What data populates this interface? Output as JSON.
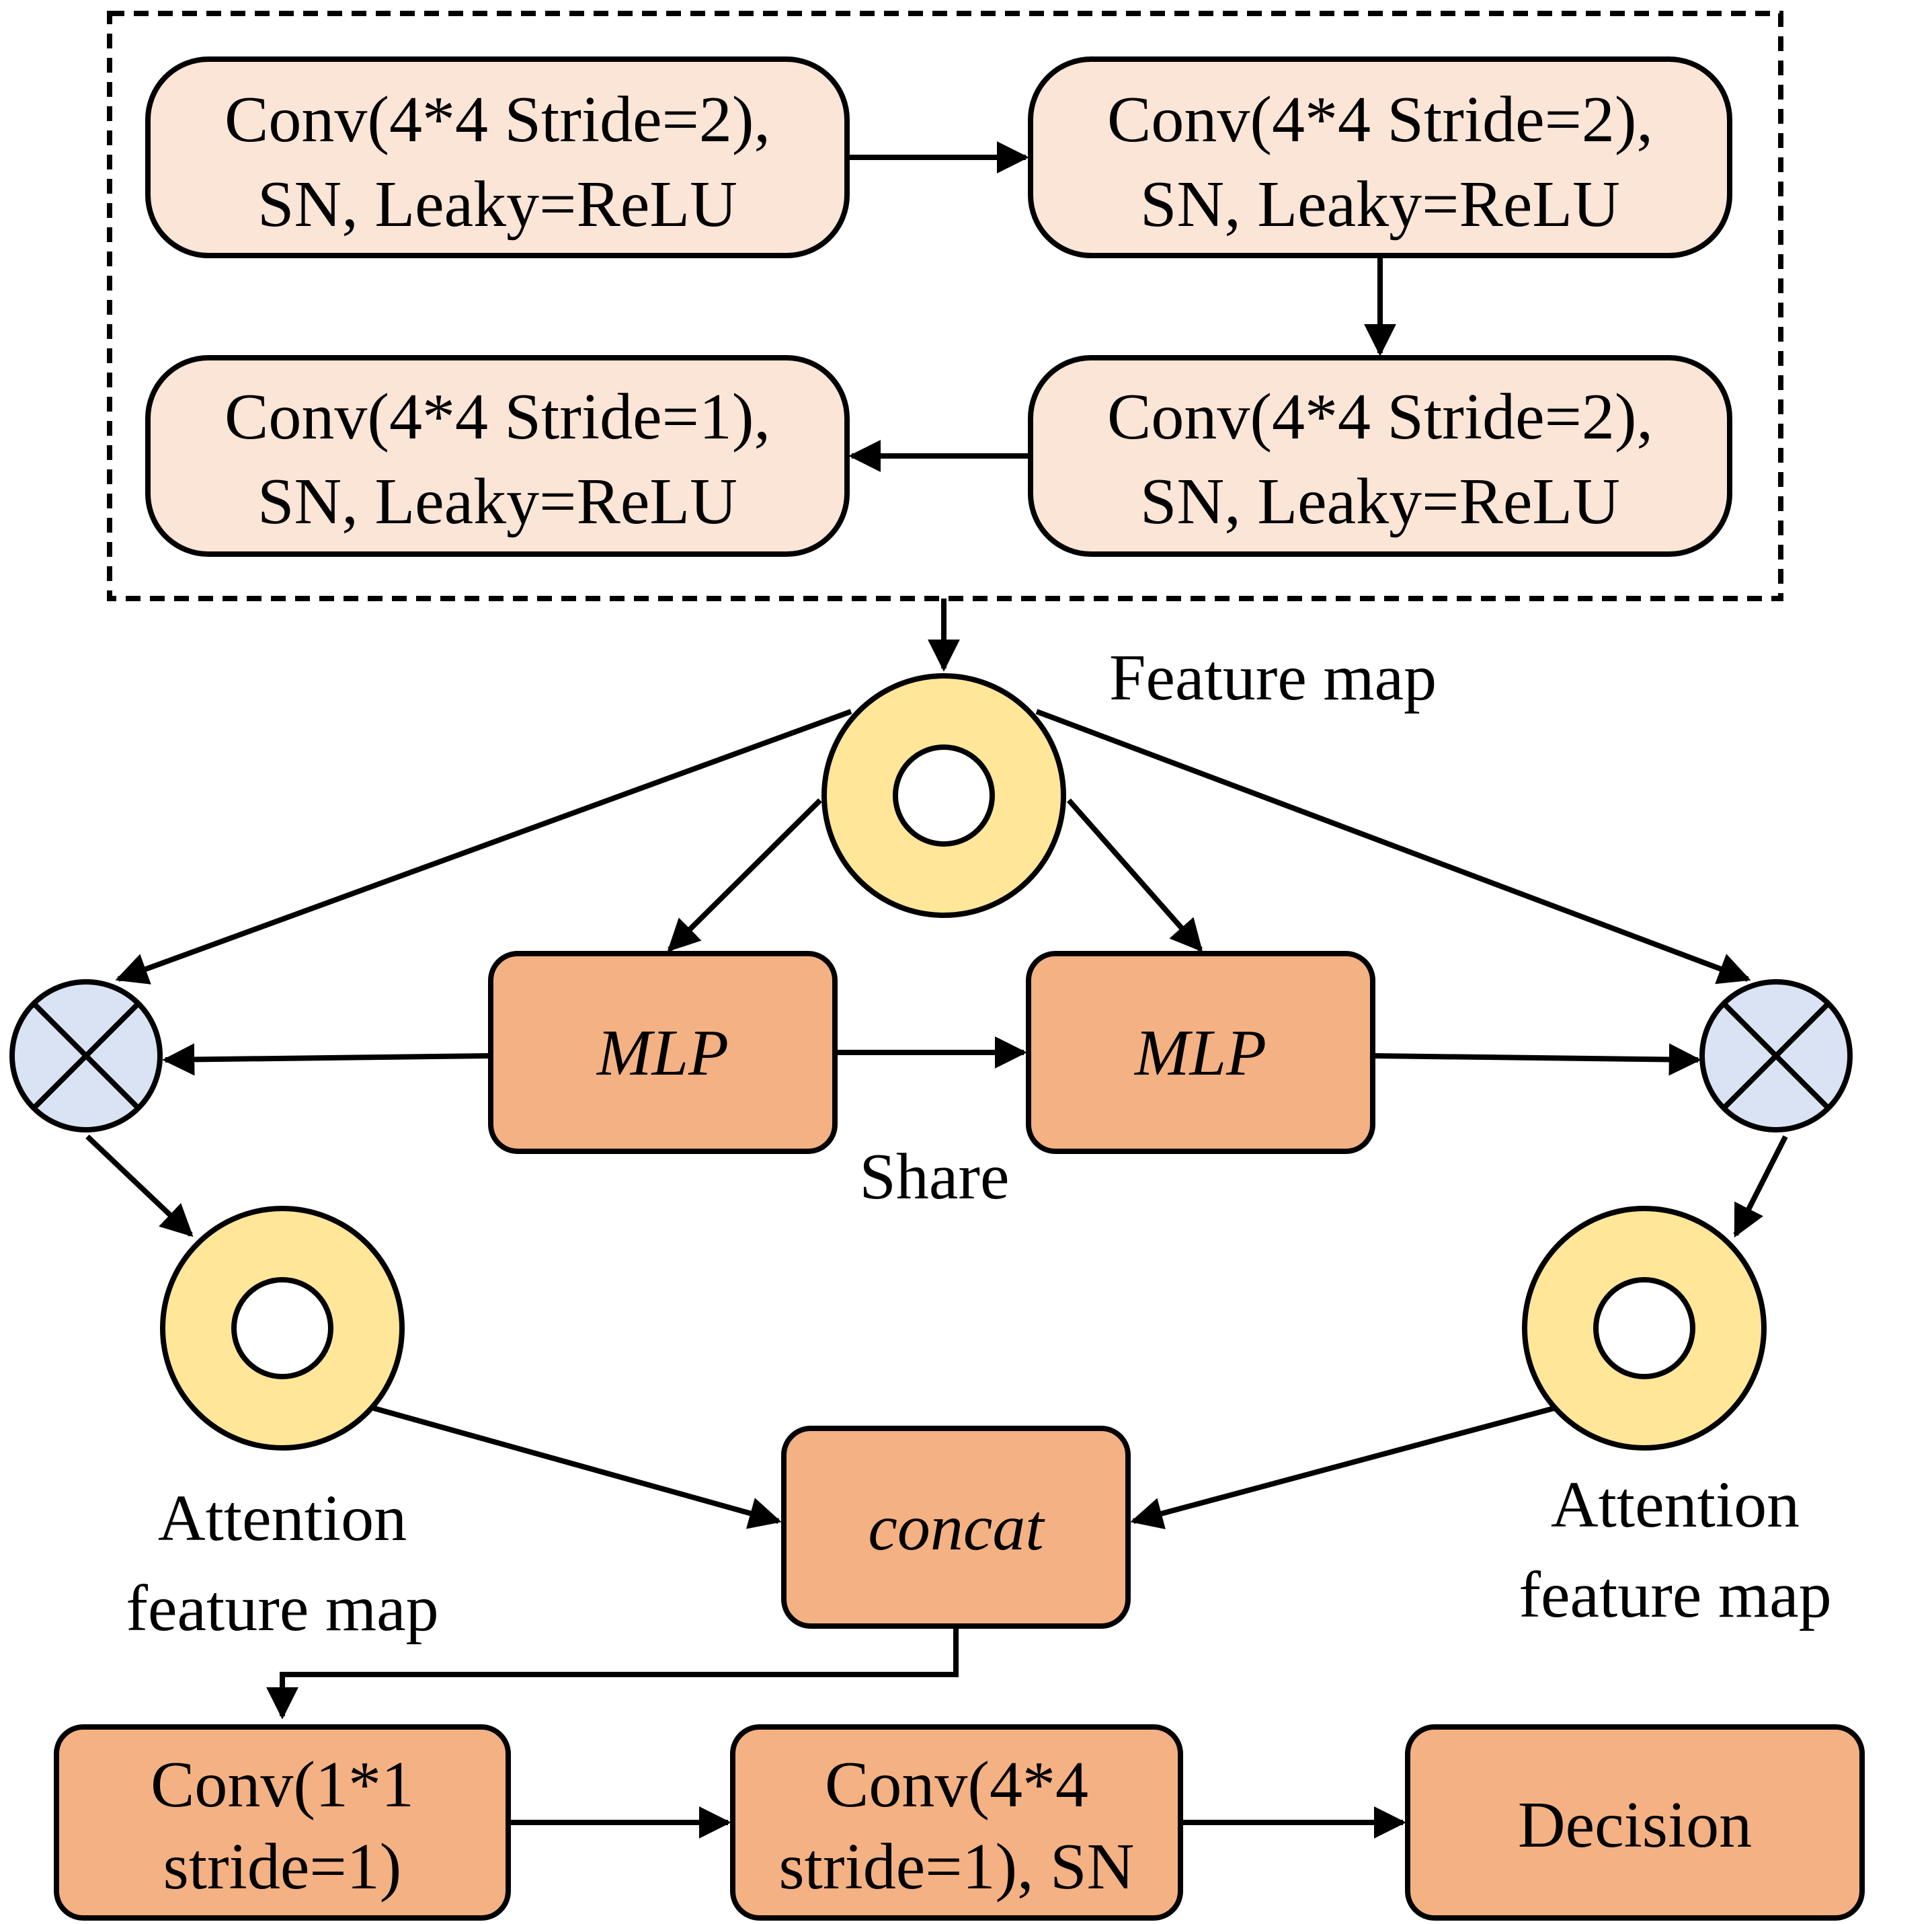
{
  "colors": {
    "light_box": "#fbe5d6",
    "dark_box": "#f4b183",
    "feature_ring": "#ffe699",
    "multiply_node": "#dae3f3",
    "stroke": "#000000",
    "background": "#ffffff"
  },
  "blocks": {
    "conv_top_left": {
      "line1": "Conv(4*4 Stride=2),",
      "line2": "SN, Leaky=ReLU"
    },
    "conv_top_right": {
      "line1": "Conv(4*4 Stride=2),",
      "line2": "SN, Leaky=ReLU"
    },
    "conv_mid_right": {
      "line1": "Conv(4*4 Stride=2),",
      "line2": "SN, Leaky=ReLU"
    },
    "conv_mid_left": {
      "line1": "Conv(4*4 Stride=1),",
      "line2": "SN, Leaky=ReLU"
    },
    "mlp_left": {
      "label": "MLP"
    },
    "mlp_right": {
      "label": "MLP"
    },
    "concat": {
      "label": "concat"
    },
    "conv_1x1": {
      "line1": "Conv(1*1",
      "line2": "stride=1)"
    },
    "conv_4x4_sn": {
      "line1": "Conv(4*4",
      "line2": "stride=1), SN"
    },
    "decision": {
      "label": "Decision"
    }
  },
  "labels": {
    "feature_map": "Feature map",
    "share": "Share",
    "attention_left": {
      "line1": "Attention",
      "line2": "feature map"
    },
    "attention_right": {
      "line1": "Attention",
      "line2": "feature map"
    }
  },
  "icons": {
    "feature_map_node": "ring-icon",
    "attention_nodes": "ring-icon",
    "multiply_nodes": "multiply-circle-icon"
  }
}
